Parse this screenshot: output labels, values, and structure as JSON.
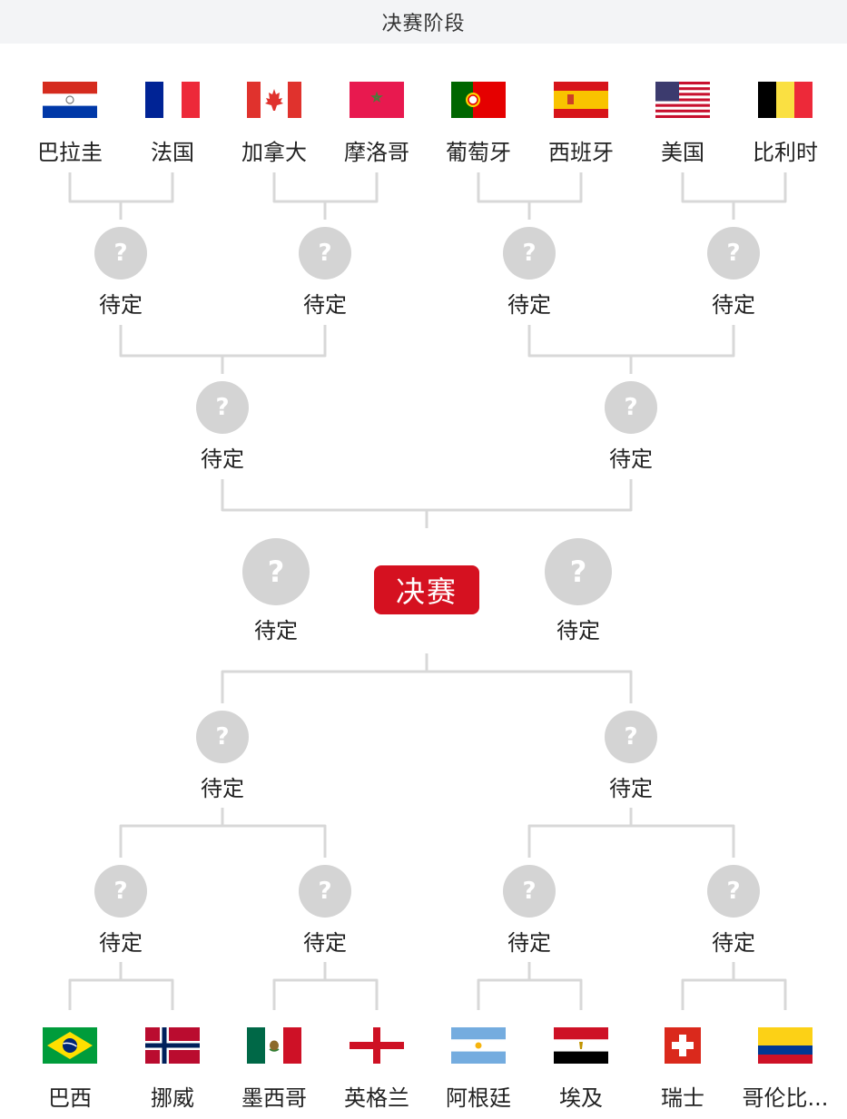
{
  "header": {
    "title": "决赛阶段"
  },
  "final_label": "决赛",
  "placeholder": {
    "symbol": "?",
    "label": "待定"
  },
  "teams_top": [
    {
      "name": "巴拉圭",
      "flag": "paraguay-flag-icon"
    },
    {
      "name": "法国",
      "flag": "france-flag-icon"
    },
    {
      "name": "加拿大",
      "flag": "canada-flag-icon"
    },
    {
      "name": "摩洛哥",
      "flag": "morocco-flag-icon"
    },
    {
      "name": "葡萄牙",
      "flag": "portugal-flag-icon"
    },
    {
      "name": "西班牙",
      "flag": "spain-flag-icon"
    },
    {
      "name": "美国",
      "flag": "usa-flag-icon"
    },
    {
      "name": "比利时",
      "flag": "belgium-flag-icon"
    }
  ],
  "teams_bottom": [
    {
      "name": "巴西",
      "flag": "brazil-flag-icon"
    },
    {
      "name": "挪威",
      "flag": "norway-flag-icon"
    },
    {
      "name": "墨西哥",
      "flag": "mexico-flag-icon"
    },
    {
      "name": "英格兰",
      "flag": "england-flag-icon"
    },
    {
      "name": "阿根廷",
      "flag": "argentina-flag-icon"
    },
    {
      "name": "埃及",
      "flag": "egypt-flag-icon"
    },
    {
      "name": "瑞士",
      "flag": "switzerland-flag-icon"
    },
    {
      "name": "哥伦比...",
      "flag": "colombia-flag-icon"
    }
  ],
  "colors": {
    "accent": "#d51120",
    "placeholder": "#d4d4d4",
    "line": "#d8d8d8"
  }
}
